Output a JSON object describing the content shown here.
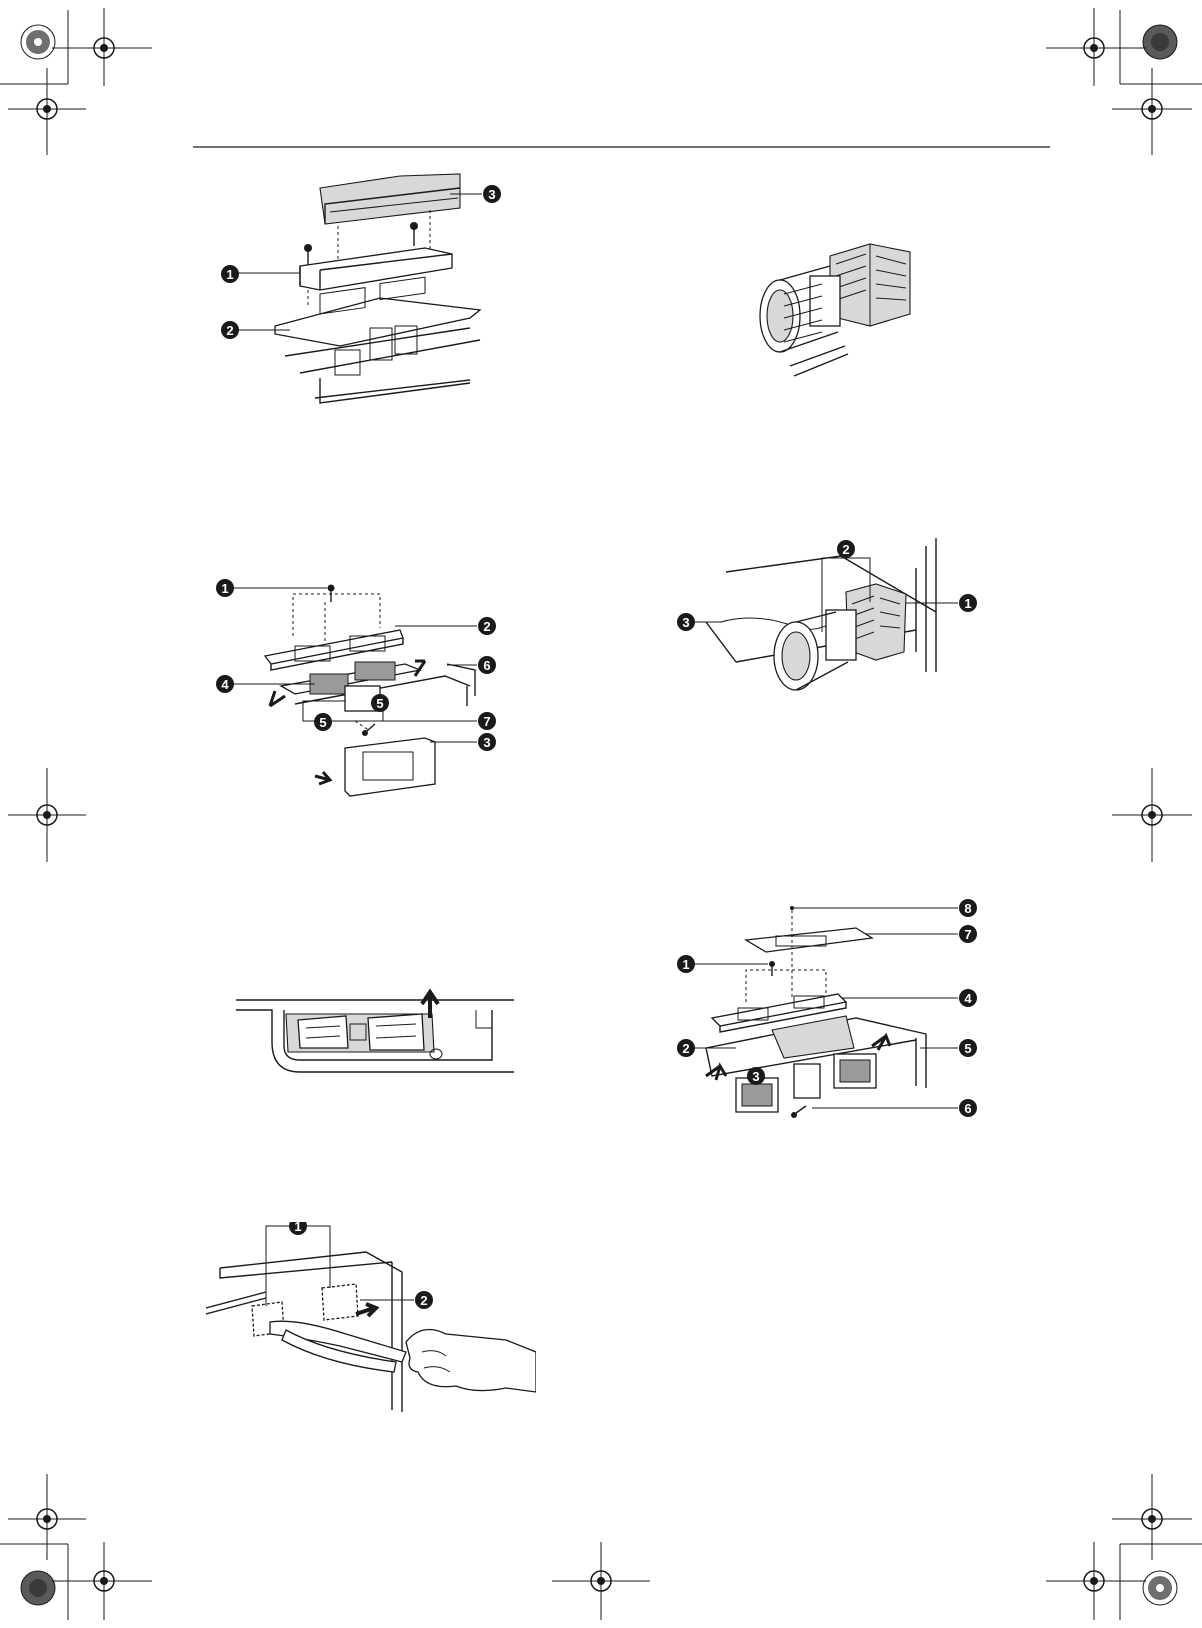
{
  "figures": {
    "fig_a": {
      "callouts": [
        "1",
        "2",
        "3"
      ]
    },
    "fig_b": {
      "callouts": []
    },
    "fig_c": {
      "callouts": [
        "1",
        "2",
        "3",
        "4",
        "5",
        "5",
        "6",
        "7"
      ]
    },
    "fig_d": {
      "callouts": [
        "1",
        "2",
        "3"
      ]
    },
    "fig_e": {
      "callouts": []
    },
    "fig_f": {
      "callouts": [
        "1",
        "2",
        "3",
        "4",
        "5",
        "6",
        "7",
        "8"
      ]
    },
    "fig_g": {
      "callouts": [
        "1",
        "2"
      ]
    }
  },
  "colors": {
    "ink": "#1a1a1a",
    "paper": "#ffffff",
    "shade": "#d8d8d8"
  }
}
